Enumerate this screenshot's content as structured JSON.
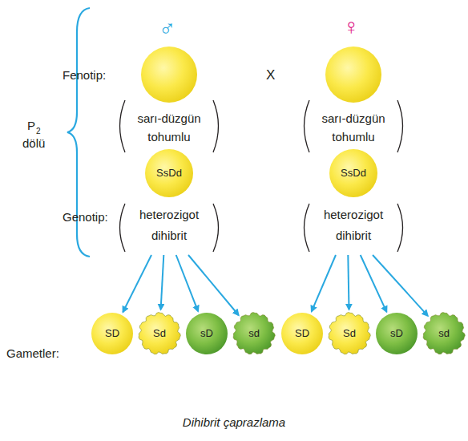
{
  "diagram": {
    "caption": "Dihibrit çaprazlama",
    "nodes": [
      {
        "text": [
          "sarı-düzgün tohumlu"
        ]
      },
      {
        "text": [
          "sarı-düzgün tohumlu"
        ]
      },
      {
        "text": [
          "SsDd",
          "heterozigot dihibrit"
        ]
      },
      {
        "text": [
          "SsDd",
          "heterozigot dihibrit"
        ]
      },
      {
        "text": [
          "SD"
        ]
      },
      {
        "text": [
          "Sd"
        ]
      },
      {
        "text": [
          "sD"
        ]
      },
      {
        "text": [
          "sd"
        ]
      },
      {
        "text": [
          "SD"
        ]
      },
      {
        "text": [
          "Sd"
        ]
      },
      {
        "text": [
          "sD"
        ]
      },
      {
        "text": [
          "sd"
        ]
      }
    ],
    "edges": [
      {
        "from": 2,
        "to": 4,
        "arrow": "to"
      },
      {
        "from": 2,
        "to": 5,
        "arrow": "to"
      },
      {
        "from": 2,
        "to": 6,
        "arrow": "to"
      },
      {
        "from": 2,
        "to": 7,
        "arrow": "to"
      },
      {
        "from": 3,
        "to": 8,
        "arrow": "to"
      },
      {
        "from": 3,
        "to": 9,
        "arrow": "to"
      },
      {
        "from": 3,
        "to": 10,
        "arrow": "to"
      },
      {
        "from": 3,
        "to": 11,
        "arrow": "to"
      }
    ],
    "labels": [
      "♂",
      "♀",
      "Fenotip:",
      "X",
      "P",
      "2",
      "dölü",
      "Genotip:",
      "Gametler:"
    ]
  }
}
